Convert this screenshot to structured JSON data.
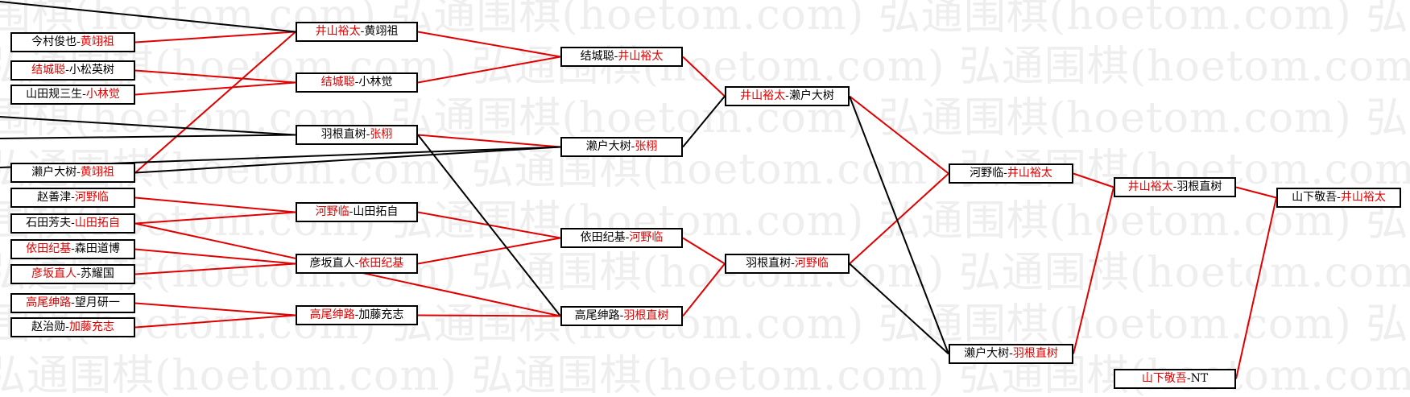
{
  "watermark": "弘通围棋(hoetom.com)",
  "colors": {
    "winner": "#e00000",
    "loser": "#000000",
    "watermark": "#eeeeee"
  },
  "matches": [
    {
      "id": "r1m1",
      "p1": "今村俊也",
      "p2": "黄翊祖",
      "winner": 2
    },
    {
      "id": "r1m2",
      "p1": "结城聪",
      "p2": "小松英树",
      "winner": 1
    },
    {
      "id": "r1m3",
      "p1": "山田规三生",
      "p2": "小林觉",
      "winner": 2
    },
    {
      "id": "r1m4",
      "p1": "濑户大树",
      "p2": "黄翊祖",
      "winner": 2
    },
    {
      "id": "r1m5",
      "p1": "赵善津",
      "p2": "河野临",
      "winner": 2
    },
    {
      "id": "r1m6",
      "p1": "石田芳夫",
      "p2": "山田拓自",
      "winner": 2
    },
    {
      "id": "r1m7",
      "p1": "依田纪基",
      "p2": "森田道博",
      "winner": 1
    },
    {
      "id": "r1m8",
      "p1": "彦坂直人",
      "p2": "苏耀国",
      "winner": 1
    },
    {
      "id": "r1m9",
      "p1": "高尾绅路",
      "p2": "望月研一",
      "winner": 1
    },
    {
      "id": "r1m10",
      "p1": "赵治勋",
      "p2": "加藤充志",
      "winner": 2
    },
    {
      "id": "r2m1",
      "p1": "井山裕太",
      "p2": "黄翊祖",
      "winner": 1
    },
    {
      "id": "r2m2",
      "p1": "结城聪",
      "p2": "小林觉",
      "winner": 1
    },
    {
      "id": "r2m3",
      "p1": "羽根直树",
      "p2": "张栩",
      "winner": 2
    },
    {
      "id": "r2m4",
      "p1": "河野临",
      "p2": "山田拓自",
      "winner": 1
    },
    {
      "id": "r2m5",
      "p1": "彦坂直人",
      "p2": "依田纪基",
      "winner": 2
    },
    {
      "id": "r2m6",
      "p1": "高尾绅路",
      "p2": "加藤充志",
      "winner": 1
    },
    {
      "id": "r3m1",
      "p1": "结城聪",
      "p2": "井山裕太",
      "winner": 2
    },
    {
      "id": "r3m2",
      "p1": "濑户大树",
      "p2": "张栩",
      "winner": 2
    },
    {
      "id": "r3m3",
      "p1": "依田纪基",
      "p2": "河野临",
      "winner": 2
    },
    {
      "id": "r3m4",
      "p1": "高尾绅路",
      "p2": "羽根直树",
      "winner": 2
    },
    {
      "id": "r4m1",
      "p1": "井山裕太",
      "p2": "濑户大树",
      "winner": 1
    },
    {
      "id": "r4m2",
      "p1": "羽根直树",
      "p2": "河野临",
      "winner": 2
    },
    {
      "id": "r5m1",
      "p1": "河野临",
      "p2": "井山裕太",
      "winner": 2
    },
    {
      "id": "r5m2",
      "p1": "濑户大树",
      "p2": "羽根直树",
      "winner": 2
    },
    {
      "id": "r6m1",
      "p1": "井山裕太",
      "p2": "羽根直树",
      "winner": 1
    },
    {
      "id": "r6m2",
      "p1": "山下敬吾",
      "p2": "NT",
      "winner": 1
    },
    {
      "id": "r7m1",
      "p1": "山下敬吾",
      "p2": "井山裕太",
      "winner": 2
    }
  ]
}
